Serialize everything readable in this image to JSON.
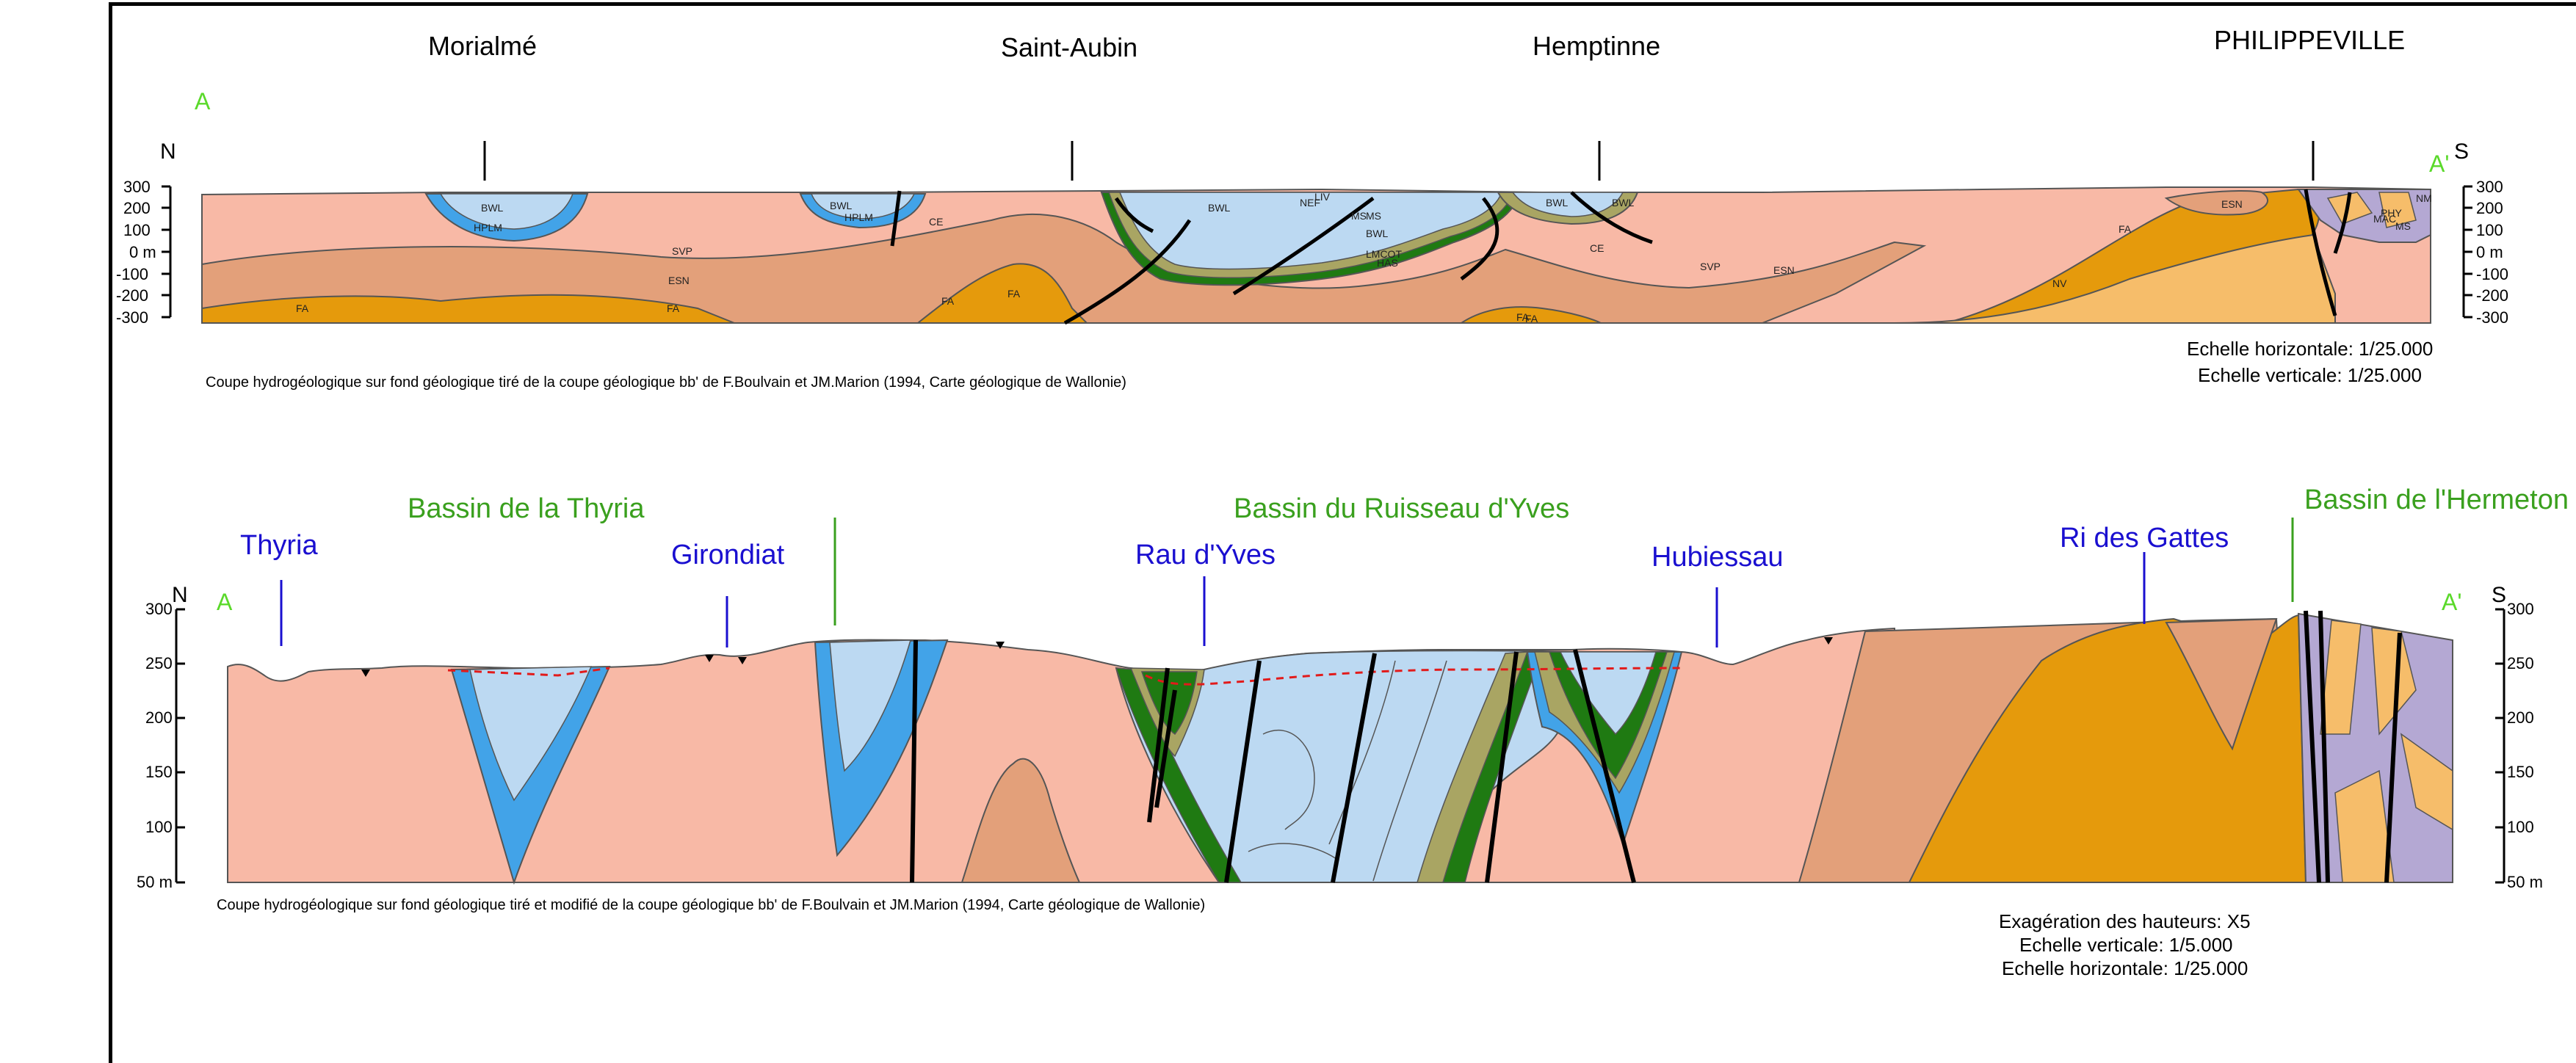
{
  "section1": {
    "towns": [
      "Morialmé",
      "Saint-Aubin",
      "Hemptinne",
      "PHILIPPEVILLE"
    ],
    "point_start": "A",
    "point_end": "A'",
    "north": "N",
    "south": "S",
    "y_ticks_left": [
      "300",
      "200",
      "100",
      "0 m",
      "-100",
      "-200",
      "-300"
    ],
    "y_ticks_right": [
      "300",
      "200",
      "100",
      "0 m",
      "-100",
      "-200",
      "-300"
    ],
    "unit_labels": [
      "BWL",
      "HPLM",
      "BWL",
      "HPLM",
      "CE",
      "NEF",
      "LIV",
      "MS",
      "BWL",
      "MS",
      "BWL",
      "HAS",
      "LMCOT",
      "SVP",
      "ESN",
      "FA",
      "FA",
      "FA",
      "FA",
      "FA",
      "BWL",
      "BWL",
      "CE",
      "SVP",
      "ESN",
      "FA",
      "NV",
      "ESN",
      "FA",
      "PHY",
      "MAC",
      "MS",
      "NM"
    ],
    "caption": "Coupe hydrogéologique sur fond géologique tiré de la coupe géologique bb' de F.Boulvain et JM.Marion (1994, Carte géologique de Wallonie)",
    "scale_h": "Echelle horizontale: 1/25.000",
    "scale_v": "Echelle verticale: 1/25.000"
  },
  "section2": {
    "basins": [
      "Bassin de la Thyria",
      "Bassin du Ruisseau d'Yves",
      "Bassin de l'Hermeton"
    ],
    "rivers": [
      "Thyria",
      "Girondiat",
      "Rau d'Yves",
      "Hubiessau",
      "Ri des Gattes"
    ],
    "point_start": "A",
    "point_end": "A'",
    "north": "N",
    "south": "S",
    "y_ticks_left": [
      "300",
      "250",
      "200",
      "150",
      "100",
      "50 m"
    ],
    "y_ticks_right": [
      "300",
      "250",
      "200",
      "150",
      "100",
      "50 m"
    ],
    "caption": "Coupe hydrogéologique sur fond géologique tiré et modifié de la coupe géologique bb' de F.Boulvain et JM.Marion (1994, Carte géologique de Wallonie)",
    "exaggeration": "Exagération des hauteurs: X5",
    "scale_v": "Echelle verticale: 1/5.000",
    "scale_h": "Echelle horizontale: 1/25.000"
  },
  "colors": {
    "shale_pink": "#f8b9a6",
    "schist_brown": "#e3a07a",
    "sandstone_orange": "#e59a0c",
    "light_orange": "#f6bd6a",
    "limestone_light_blue": "#bcd9f2",
    "limestone_blue": "#42a3e8",
    "dark_green": "#1f7a12",
    "olive": "#a9a563",
    "lavender": "#b4a8d3",
    "river_blue": "#1a0fd0",
    "basin_green": "#3aa01e",
    "water_table_red": "#e21b1b"
  }
}
